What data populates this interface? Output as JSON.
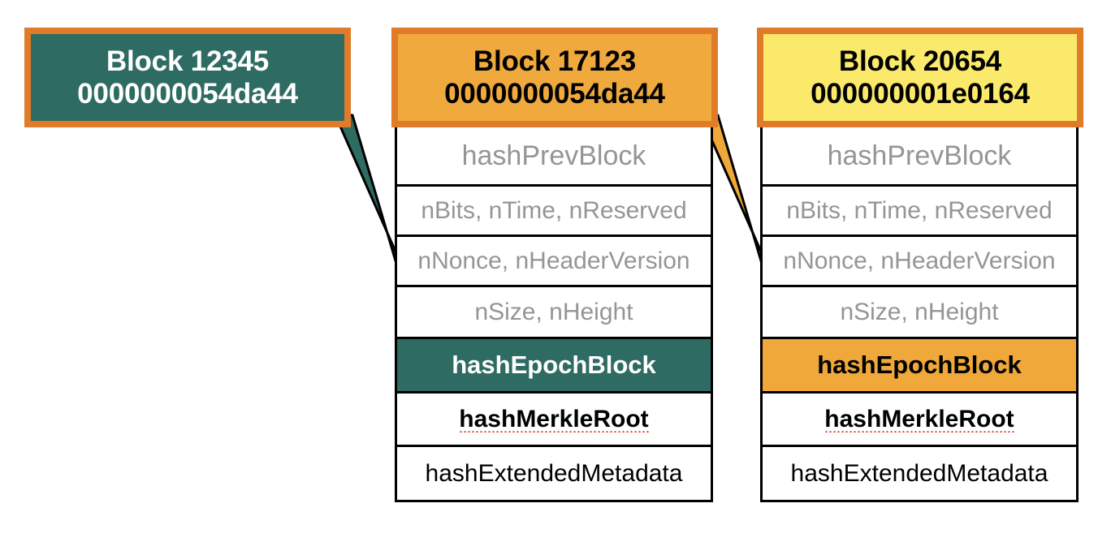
{
  "diagram": {
    "title": "Blockchain block header epoch linkage",
    "palette": {
      "teal": "#2e6b62",
      "orange_border": "#e07b2a",
      "orange_fill": "#f0a93c",
      "yellow_fill": "#fae96a",
      "muted_text": "#959595",
      "white": "#ffffff",
      "black": "#000000",
      "spellcheck_red": "#e23b2e"
    }
  },
  "blocks": [
    {
      "id": "block-12345",
      "header": {
        "line1": "Block 12345",
        "line2": "0000000054da44",
        "fill": "#2e6b62",
        "border": "#e07b2a",
        "text_color": "#ffffff"
      },
      "fields": []
    },
    {
      "id": "block-17123",
      "header": {
        "line1": "Block 17123",
        "line2": "0000000054da44",
        "fill": "#f0a93c",
        "border": "#e07b2a",
        "text_color": "#000000"
      },
      "fields": [
        {
          "label": "hashPrevBlock",
          "style": "muted-lg"
        },
        {
          "label": "nBits, nTime, nReserved",
          "style": "muted"
        },
        {
          "label": "nNonce, nHeaderVersion",
          "style": "muted"
        },
        {
          "label": "nSize, nHeight",
          "style": "muted"
        },
        {
          "label": "hashEpochBlock",
          "style": "highlight-teal"
        },
        {
          "label": "hashMerkleRoot",
          "style": "strong",
          "spellcheck": true
        },
        {
          "label": "hashExtendedMetadata",
          "style": "plain"
        }
      ]
    },
    {
      "id": "block-20654",
      "header": {
        "line1": "Block 20654",
        "line2": "000000001e0164",
        "fill": "#fae96a",
        "border": "#e07b2a",
        "text_color": "#000000"
      },
      "fields": [
        {
          "label": "hashPrevBlock",
          "style": "muted-lg"
        },
        {
          "label": "nBits, nTime, nReserved",
          "style": "muted"
        },
        {
          "label": "nNonce, nHeaderVersion",
          "style": "muted"
        },
        {
          "label": "nSize, nHeight",
          "style": "muted"
        },
        {
          "label": "hashEpochBlock",
          "style": "highlight-orange"
        },
        {
          "label": "hashMerkleRoot",
          "style": "strong",
          "spellcheck": true
        },
        {
          "label": "hashExtendedMetadata",
          "style": "plain"
        }
      ]
    }
  ],
  "arrows": [
    {
      "id": "arrow-block12345-to-block17123-epoch",
      "from": "block-12345",
      "to": "block-17123 / hashEpochBlock",
      "color": "#2e6b62",
      "outline": "#000000"
    },
    {
      "id": "arrow-block17123-to-block20654-epoch",
      "from": "block-17123",
      "to": "block-20654 / hashEpochBlock",
      "color": "#efa839",
      "outline": "#000000"
    }
  ]
}
